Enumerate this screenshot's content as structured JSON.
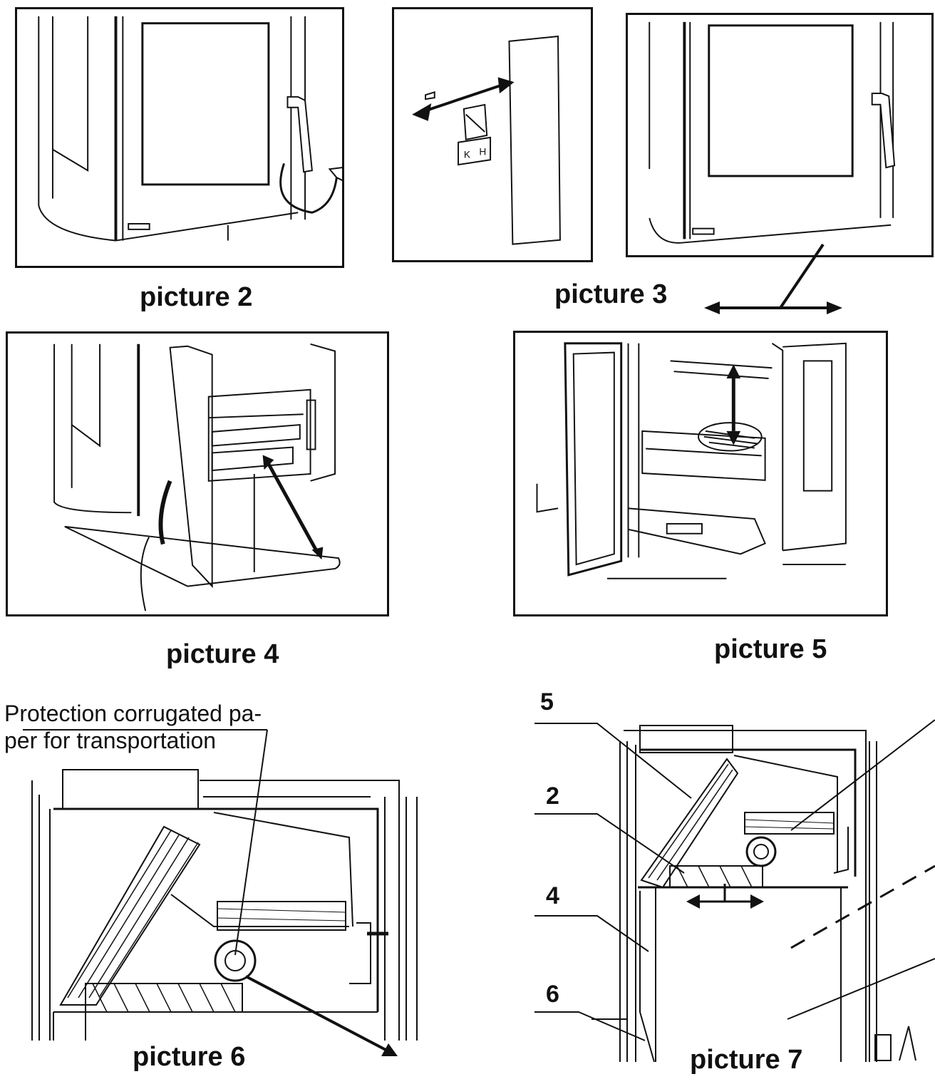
{
  "captions": {
    "p2": "picture 2",
    "p3": "picture 3",
    "p4": "picture 4",
    "p5": "picture 5",
    "p6": "picture 6",
    "p7": "picture 7"
  },
  "note": {
    "line1": "Protection corrugated pa-",
    "line2": "per for transportation"
  },
  "callouts": {
    "n5": "5",
    "n2": "2",
    "n4": "4",
    "n6": "6"
  }
}
